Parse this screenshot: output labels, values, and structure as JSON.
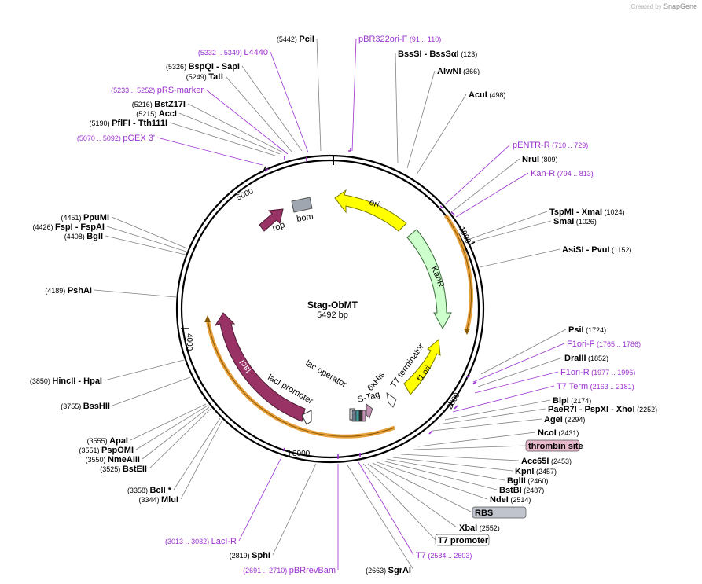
{
  "brand": {
    "created_by": "Created by",
    "name": "SnapGene"
  },
  "plasmid": {
    "name": "Stag-ObMT",
    "length": "5492 bp"
  },
  "colors": {
    "site": "#000000",
    "primer": "#9b30d0",
    "ori": "#ffff00",
    "kanr": "#ccffcc",
    "laci": "#993366",
    "rop": "#993366",
    "bom": "#a0a6b0",
    "orange": "#e8a03c"
  },
  "ticks": [
    {
      "label": "5000"
    },
    {
      "label": "1000"
    },
    {
      "label": "4000"
    },
    {
      "label": "2000"
    },
    {
      "label": "3000"
    }
  ],
  "features": [
    {
      "name": "ori"
    },
    {
      "name": "KanR"
    },
    {
      "name": "lacI"
    },
    {
      "name": "f1 ori"
    },
    {
      "name": "rop"
    },
    {
      "name": "bom"
    },
    {
      "name": "lacI promoter"
    },
    {
      "name": "lac operator"
    },
    {
      "name": "S-Tag"
    },
    {
      "name": "6xHis"
    },
    {
      "name": "T7 terminator"
    }
  ],
  "labels": [
    {
      "pos": "(5442)",
      "name": "PciI",
      "type": "site"
    },
    {
      "name": "pBR322ori-F",
      "range": "(91 .. 110)",
      "type": "primer"
    },
    {
      "name": "BssSI",
      "name2": "BssSαI",
      "pos": "(123)",
      "type": "site"
    },
    {
      "name": "AlwNI",
      "pos": "(366)",
      "type": "site"
    },
    {
      "name": "AcuI",
      "pos": "(498)",
      "type": "site"
    },
    {
      "name": "pENTR-R",
      "range": "(710 .. 729)",
      "type": "primer"
    },
    {
      "name": "NruI",
      "pos": "(809)",
      "type": "site"
    },
    {
      "name": "Kan-R",
      "range": "(794 .. 813)",
      "type": "primer"
    },
    {
      "name": "TspMI",
      "name2": "XmaI",
      "pos": "(1024)",
      "type": "site"
    },
    {
      "name": "SmaI",
      "pos": "(1026)",
      "type": "site"
    },
    {
      "name": "AsiSI",
      "name2": "PvuI",
      "pos": "(1152)",
      "type": "site"
    },
    {
      "name": "PsiI",
      "pos": "(1724)",
      "type": "site"
    },
    {
      "name": "F1ori-F",
      "range": "(1765 .. 1786)",
      "type": "primer"
    },
    {
      "name": "DraIII",
      "pos": "(1852)",
      "type": "site"
    },
    {
      "name": "F1ori-R",
      "range": "(1977 .. 1996)",
      "type": "primer"
    },
    {
      "name": "T7 Term",
      "range": "(2163 .. 2181)",
      "type": "primer"
    },
    {
      "name": "BlpI",
      "pos": "(2174)",
      "type": "site"
    },
    {
      "name": "PaeR7I",
      "name2": "PspXI",
      "name3": "XhoI",
      "pos": "(2252)",
      "type": "site"
    },
    {
      "name": "AgeI",
      "pos": "(2294)",
      "type": "site"
    },
    {
      "name": "NcoI",
      "pos": "(2431)",
      "type": "site"
    },
    {
      "name": "thrombin site",
      "type": "box"
    },
    {
      "name": "Acc65I",
      "pos": "(2453)",
      "type": "site"
    },
    {
      "name": "KpnI",
      "pos": "(2457)",
      "type": "site"
    },
    {
      "name": "BglII",
      "pos": "(2460)",
      "type": "site"
    },
    {
      "name": "BstBI",
      "pos": "(2487)",
      "type": "site"
    },
    {
      "name": "NdeI",
      "pos": "(2514)",
      "type": "site"
    },
    {
      "name": "RBS",
      "type": "box"
    },
    {
      "name": "XbaI",
      "pos": "(2552)",
      "type": "site"
    },
    {
      "name": "T7 promoter",
      "type": "box"
    },
    {
      "name": "T7",
      "range": "(2584 .. 2603)",
      "type": "primer"
    },
    {
      "pos": "(2663)",
      "name": "SgrAI",
      "type": "site"
    },
    {
      "range": "(2691 .. 2710)",
      "name": "pBRrevBam",
      "type": "primer"
    },
    {
      "pos": "(2819)",
      "name": "SphI",
      "type": "site"
    },
    {
      "range": "(3013 .. 3032)",
      "name": "LacI-R",
      "type": "primer"
    },
    {
      "pos": "(3344)",
      "name": "MluI",
      "type": "site"
    },
    {
      "pos": "(3358)",
      "name": "BclI",
      "suffix": "*",
      "type": "site"
    },
    {
      "pos": "(3525)",
      "name": "BstEII",
      "type": "site"
    },
    {
      "pos": "(3550)",
      "name": "NmeAIII",
      "type": "site"
    },
    {
      "pos": "(3551)",
      "name": "PspOMI",
      "type": "site"
    },
    {
      "pos": "(3555)",
      "name": "ApaI",
      "type": "site"
    },
    {
      "pos": "(3755)",
      "name": "BssHII",
      "type": "site"
    },
    {
      "pos": "(3850)",
      "name": "HincII",
      "name2": "HpaI",
      "type": "site"
    },
    {
      "pos": "(4189)",
      "name": "PshAI",
      "type": "site"
    },
    {
      "pos": "(4408)",
      "name": "BglI",
      "type": "site"
    },
    {
      "pos": "(4426)",
      "name": "FspI",
      "name2": "FspAI",
      "type": "site"
    },
    {
      "pos": "(4451)",
      "name": "PpuMI",
      "type": "site"
    },
    {
      "range": "(5070 .. 5092)",
      "name": "pGEX 3'",
      "type": "primer"
    },
    {
      "pos": "(5190)",
      "name": "PflFI",
      "name2": "Tth111I",
      "type": "site"
    },
    {
      "pos": "(5215)",
      "name": "AccI",
      "type": "site"
    },
    {
      "pos": "(5216)",
      "name": "BstZ17I",
      "type": "site"
    },
    {
      "range": "(5233 .. 5252)",
      "name": "pRS-marker",
      "type": "primer"
    },
    {
      "pos": "(5249)",
      "name": "TatI",
      "type": "site"
    },
    {
      "pos": "(5326)",
      "name": "BspQI",
      "name2": "SapI",
      "type": "site"
    },
    {
      "range": "(5332 .. 5349)",
      "name": "L4440",
      "type": "primer"
    }
  ]
}
